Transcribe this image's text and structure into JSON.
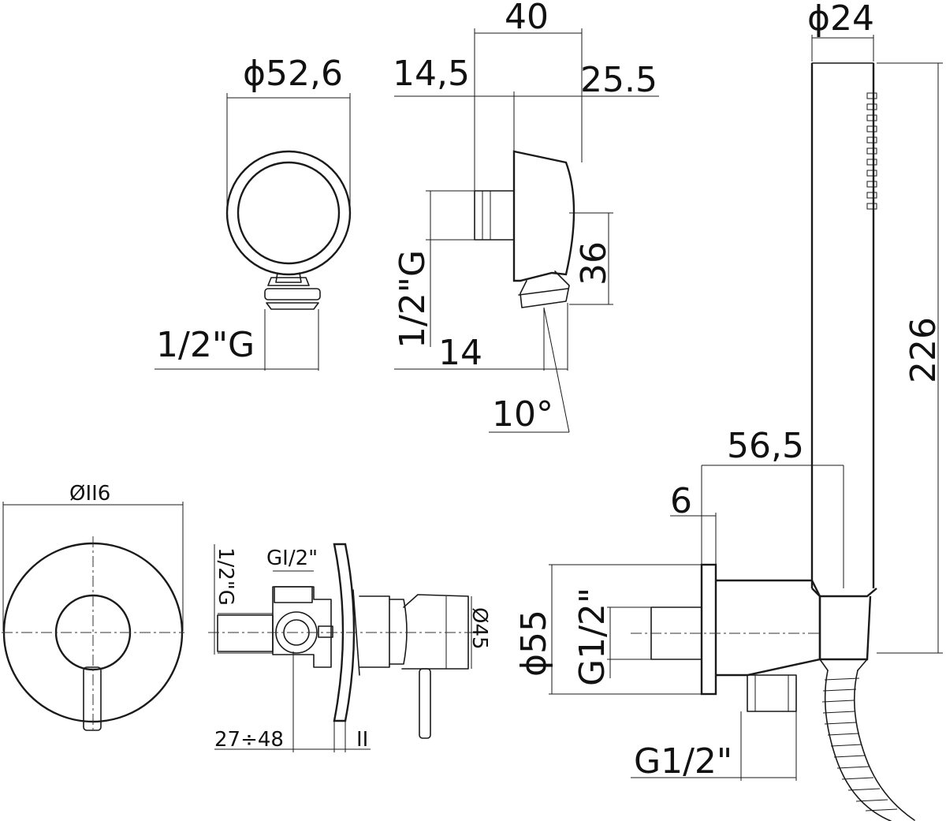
{
  "view_wall_bracket_front": {
    "dim_diameter": "ϕ52,6",
    "dim_thread": "1/2\"G"
  },
  "view_wall_bracket_side": {
    "dim_total": "40",
    "dim_left": "14,5",
    "dim_right": "25.5",
    "dim_height": "36",
    "dim_thread": "1/2\"G",
    "dim_offset": "14",
    "dim_angle": "10°"
  },
  "view_hand_shower": {
    "dim_diameter": "ϕ24",
    "dim_length": "226",
    "dim_projection": "56,5",
    "dim_plate": "6",
    "dim_plate_diameter": "ϕ55",
    "dim_inlet": "G1/2\"",
    "dim_outlet": "G1/2\""
  },
  "view_mixer_front": {
    "dim_diameter": "ØII6"
  },
  "view_mixer_side": {
    "dim_inlet": "GI/2\"",
    "dim_thread_rotated": "1/2\"G",
    "dim_handle_diameter": "Ø45",
    "dim_depth_range": "27÷48",
    "dim_plate": "II"
  }
}
